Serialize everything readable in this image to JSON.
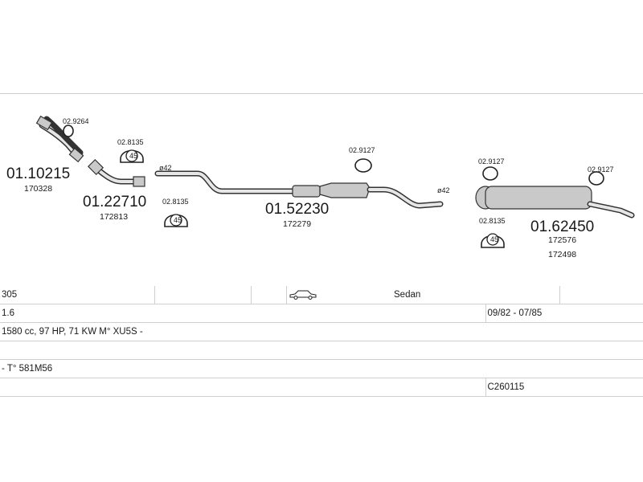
{
  "diagram": {
    "parts": [
      {
        "number": "01.10215",
        "ref": "170328"
      },
      {
        "number": "01.22710",
        "ref": "172813"
      },
      {
        "number": "01.52230",
        "ref": "172279"
      },
      {
        "number": "01.62450",
        "refs": [
          "172576",
          "172498"
        ]
      }
    ],
    "fittings": {
      "gasket_front": "02.9264",
      "clamp_1": "02.8135",
      "clamp_2": "02.8135",
      "ring_mid": "02.9127",
      "ring_rear_1": "02.9127",
      "clamp_rear": "02.8135",
      "ring_rear_2": "02.9127",
      "clamp_45_label": "45"
    },
    "diameters": [
      "ø42",
      "ø42"
    ]
  },
  "spec_table": {
    "model": "305",
    "body_icon": "sedan-car-icon",
    "body_type": "Sedan",
    "engine_size": "1.6",
    "production_years": "09/82 - 07/85",
    "engine_details": "1580 cc, 97 HP, 71 KW M° XU5S -",
    "chassis": "- T° 581M56",
    "catalogue_code": "C260115"
  }
}
